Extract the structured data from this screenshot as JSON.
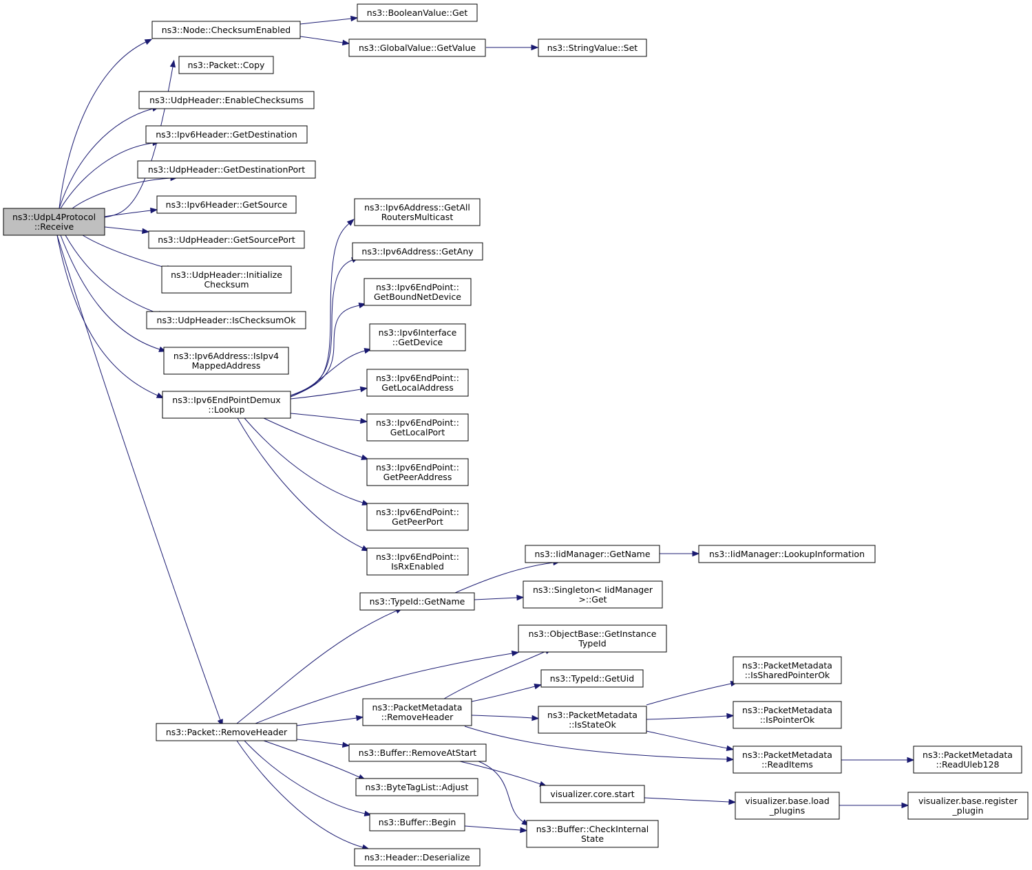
{
  "diagram": {
    "nodes": [
      {
        "id": "n_receive",
        "lines": [
          "ns3::UdpL4Protocol",
          "::Receive"
        ],
        "root": true
      },
      {
        "id": "n_checksumenabled",
        "lines": [
          "ns3::Node::ChecksumEnabled"
        ]
      },
      {
        "id": "n_boolget",
        "lines": [
          "ns3::BooleanValue::Get"
        ]
      },
      {
        "id": "n_getvalue",
        "lines": [
          "ns3::GlobalValue::GetValue"
        ]
      },
      {
        "id": "n_stringset",
        "lines": [
          "ns3::StringValue::Set"
        ]
      },
      {
        "id": "n_copy",
        "lines": [
          "ns3::Packet::Copy"
        ]
      },
      {
        "id": "n_enablechecksums",
        "lines": [
          "ns3::UdpHeader::EnableChecksums"
        ]
      },
      {
        "id": "n_getdestination",
        "lines": [
          "ns3::Ipv6Header::GetDestination"
        ]
      },
      {
        "id": "n_getdestport",
        "lines": [
          "ns3::UdpHeader::GetDestinationPort"
        ]
      },
      {
        "id": "n_getsource",
        "lines": [
          "ns3::Ipv6Header::GetSource"
        ]
      },
      {
        "id": "n_getsourceport",
        "lines": [
          "ns3::UdpHeader::GetSourcePort"
        ]
      },
      {
        "id": "n_initchecksum",
        "lines": [
          "ns3::UdpHeader::Initialize",
          "Checksum"
        ]
      },
      {
        "id": "n_ischecksumok",
        "lines": [
          "ns3::UdpHeader::IsChecksumOk"
        ]
      },
      {
        "id": "n_isipv4mapped",
        "lines": [
          "ns3::Ipv6Address::IsIpv4",
          "MappedAddress"
        ]
      },
      {
        "id": "n_lookup",
        "lines": [
          "ns3::Ipv6EndPointDemux",
          "::Lookup"
        ]
      },
      {
        "id": "n_getallrouters",
        "lines": [
          "ns3::Ipv6Address::GetAll",
          "RoutersMulticast"
        ]
      },
      {
        "id": "n_getany",
        "lines": [
          "ns3::Ipv6Address::GetAny"
        ]
      },
      {
        "id": "n_getboundnetdevice",
        "lines": [
          "ns3::Ipv6EndPoint::",
          "GetBoundNetDevice"
        ]
      },
      {
        "id": "n_getdevice",
        "lines": [
          "ns3::Ipv6Interface",
          "::GetDevice"
        ]
      },
      {
        "id": "n_getlocaladdress",
        "lines": [
          "ns3::Ipv6EndPoint::",
          "GetLocalAddress"
        ]
      },
      {
        "id": "n_getlocalport",
        "lines": [
          "ns3::Ipv6EndPoint::",
          "GetLocalPort"
        ]
      },
      {
        "id": "n_getpeeraddress",
        "lines": [
          "ns3::Ipv6EndPoint::",
          "GetPeerAddress"
        ]
      },
      {
        "id": "n_getpeerport",
        "lines": [
          "ns3::Ipv6EndPoint::",
          "GetPeerPort"
        ]
      },
      {
        "id": "n_isrxenabled",
        "lines": [
          "ns3::Ipv6EndPoint::",
          "IsRxEnabled"
        ]
      },
      {
        "id": "n_iidgetname",
        "lines": [
          "ns3::IidManager::GetName"
        ]
      },
      {
        "id": "n_lookupinfo",
        "lines": [
          "ns3::IidManager::LookupInformation"
        ]
      },
      {
        "id": "n_typeidgetname",
        "lines": [
          "ns3::TypeId::GetName"
        ]
      },
      {
        "id": "n_singletonget",
        "lines": [
          "ns3::Singleton< IidManager",
          " >::Get"
        ]
      },
      {
        "id": "n_getinstancetypeid",
        "lines": [
          "ns3::ObjectBase::GetInstance",
          "TypeId"
        ]
      },
      {
        "id": "n_getuid",
        "lines": [
          "ns3::TypeId::GetUid"
        ]
      },
      {
        "id": "n_pm_removeheader",
        "lines": [
          "ns3::PacketMetadata",
          "::RemoveHeader"
        ]
      },
      {
        "id": "n_issharedpointerok",
        "lines": [
          "ns3::PacketMetadata",
          "::IsSharedPointerOk"
        ]
      },
      {
        "id": "n_isstateok",
        "lines": [
          "ns3::PacketMetadata",
          "::IsStateOk"
        ]
      },
      {
        "id": "n_ispointerok",
        "lines": [
          "ns3::PacketMetadata",
          "::IsPointerOk"
        ]
      },
      {
        "id": "n_readitems",
        "lines": [
          "ns3::PacketMetadata",
          "::ReadItems"
        ]
      },
      {
        "id": "n_readuleb128",
        "lines": [
          "ns3::PacketMetadata",
          "::ReadUleb128"
        ]
      },
      {
        "id": "n_removeheader",
        "lines": [
          "ns3::Packet::RemoveHeader"
        ]
      },
      {
        "id": "n_removeatstart",
        "lines": [
          "ns3::Buffer::RemoveAtStart"
        ]
      },
      {
        "id": "n_adjust",
        "lines": [
          "ns3::ByteTagList::Adjust"
        ]
      },
      {
        "id": "n_bufbegin",
        "lines": [
          "ns3::Buffer::Begin"
        ]
      },
      {
        "id": "n_deserialize",
        "lines": [
          "ns3::Header::Deserialize"
        ]
      },
      {
        "id": "n_vizstart",
        "lines": [
          "visualizer.core.start"
        ]
      },
      {
        "id": "n_loadplugins",
        "lines": [
          "visualizer.base.load",
          "_plugins"
        ]
      },
      {
        "id": "n_registerplugin",
        "lines": [
          "visualizer.base.register",
          "_plugin"
        ]
      },
      {
        "id": "n_checkinternal",
        "lines": [
          "ns3::Buffer::CheckInternal",
          "State"
        ]
      }
    ],
    "edges": [
      [
        "n_receive",
        "n_checksumenabled"
      ],
      [
        "n_receive",
        "n_copy"
      ],
      [
        "n_receive",
        "n_enablechecksums"
      ],
      [
        "n_receive",
        "n_getdestination"
      ],
      [
        "n_receive",
        "n_getdestport"
      ],
      [
        "n_receive",
        "n_getsource"
      ],
      [
        "n_receive",
        "n_getsourceport"
      ],
      [
        "n_receive",
        "n_initchecksum"
      ],
      [
        "n_receive",
        "n_ischecksumok"
      ],
      [
        "n_receive",
        "n_isipv4mapped"
      ],
      [
        "n_receive",
        "n_lookup"
      ],
      [
        "n_receive",
        "n_removeheader"
      ],
      [
        "n_checksumenabled",
        "n_boolget"
      ],
      [
        "n_checksumenabled",
        "n_getvalue"
      ],
      [
        "n_getvalue",
        "n_stringset"
      ],
      [
        "n_lookup",
        "n_getallrouters"
      ],
      [
        "n_lookup",
        "n_getany"
      ],
      [
        "n_lookup",
        "n_getboundnetdevice"
      ],
      [
        "n_lookup",
        "n_getdevice"
      ],
      [
        "n_lookup",
        "n_getlocaladdress"
      ],
      [
        "n_lookup",
        "n_getlocalport"
      ],
      [
        "n_lookup",
        "n_getpeeraddress"
      ],
      [
        "n_lookup",
        "n_getpeerport"
      ],
      [
        "n_lookup",
        "n_isrxenabled"
      ],
      [
        "n_removeheader",
        "n_typeidgetname"
      ],
      [
        "n_removeheader",
        "n_getinstancetypeid"
      ],
      [
        "n_removeheader",
        "n_pm_removeheader"
      ],
      [
        "n_removeheader",
        "n_removeatstart"
      ],
      [
        "n_removeheader",
        "n_adjust"
      ],
      [
        "n_removeheader",
        "n_bufbegin"
      ],
      [
        "n_removeheader",
        "n_deserialize"
      ],
      [
        "n_typeidgetname",
        "n_iidgetname"
      ],
      [
        "n_typeidgetname",
        "n_singletonget"
      ],
      [
        "n_iidgetname",
        "n_lookupinfo"
      ],
      [
        "n_pm_removeheader",
        "n_getinstancetypeid"
      ],
      [
        "n_pm_removeheader",
        "n_getuid"
      ],
      [
        "n_pm_removeheader",
        "n_isstateok"
      ],
      [
        "n_pm_removeheader",
        "n_readitems"
      ],
      [
        "n_isstateok",
        "n_issharedpointerok"
      ],
      [
        "n_isstateok",
        "n_ispointerok"
      ],
      [
        "n_isstateok",
        "n_readitems"
      ],
      [
        "n_readitems",
        "n_readuleb128"
      ],
      [
        "n_removeatstart",
        "n_vizstart"
      ],
      [
        "n_removeatstart",
        "n_checkinternal"
      ],
      [
        "n_bufbegin",
        "n_checkinternal"
      ],
      [
        "n_vizstart",
        "n_loadplugins"
      ],
      [
        "n_loadplugins",
        "n_registerplugin"
      ]
    ],
    "colors": {
      "edge": "#191970",
      "root_fill": "#bfbfbf",
      "node_fill": "#ffffff",
      "node_border": "#000000"
    }
  }
}
